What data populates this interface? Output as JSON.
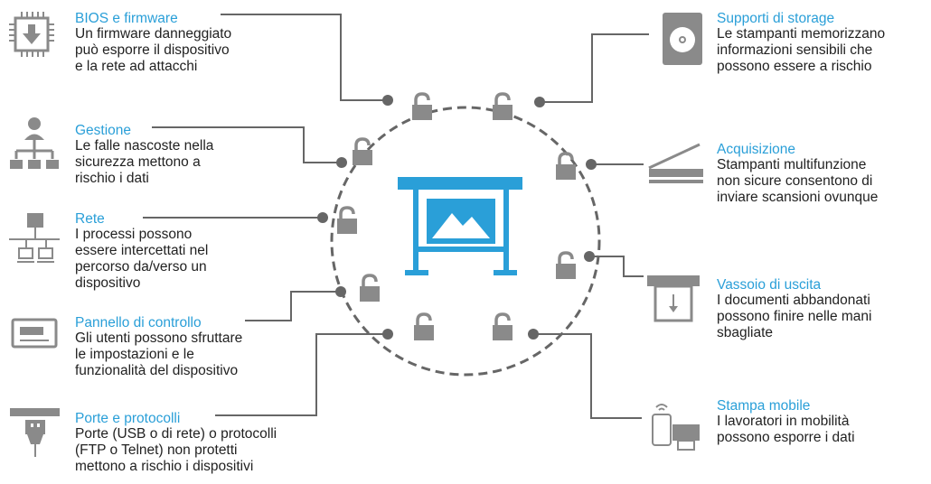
{
  "colors": {
    "accent": "#2a9fd8",
    "icon_gray": "#8a8a8a",
    "line_gray": "#666666",
    "text": "#222222"
  },
  "center": {
    "icon": "large-format-printer-icon"
  },
  "left_items": [
    {
      "key": "bios",
      "icon": "chip-download-icon",
      "title": "BIOS e firmware",
      "desc": [
        "Un firmware danneggiato",
        "può esporre il dispositivo",
        "e la rete ad attacchi"
      ]
    },
    {
      "key": "gestione",
      "icon": "org-chart-icon",
      "title": "Gestione",
      "desc": [
        "Le falle nascoste nella",
        "sicurezza mettono a",
        "rischio i dati"
      ]
    },
    {
      "key": "rete",
      "icon": "network-icon",
      "title": "Rete",
      "desc": [
        "I processi possono",
        "essere intercettati nel",
        "percorso da/verso un",
        "dispositivo"
      ]
    },
    {
      "key": "pannello",
      "icon": "control-panel-icon",
      "title": "Pannello di controllo",
      "desc": [
        "Gli utenti possono sfruttare",
        "le impostazioni e le",
        "funzionalità del dispositivo"
      ]
    },
    {
      "key": "porte",
      "icon": "usb-port-icon",
      "title": "Porte e protocolli",
      "desc": [
        "Porte (USB o di rete) o protocolli",
        "(FTP o Telnet) non protetti",
        "mettono a rischio i dispositivi"
      ]
    }
  ],
  "right_items": [
    {
      "key": "storage",
      "icon": "hard-drive-icon",
      "title": "Supporti di storage",
      "desc": [
        "Le stampanti memorizzano",
        "informazioni sensibili che",
        "possono essere a rischio"
      ]
    },
    {
      "key": "acquisizione",
      "icon": "scanner-icon",
      "title": "Acquisizione",
      "desc": [
        "Stampanti multifunzione",
        "non sicure consentono di",
        "inviare scansioni ovunque"
      ]
    },
    {
      "key": "vassoio",
      "icon": "output-tray-icon",
      "title": "Vassoio di uscita",
      "desc": [
        "I documenti abbandonati",
        "possono finire nelle mani",
        "sbagliate"
      ]
    },
    {
      "key": "mobile",
      "icon": "mobile-print-icon",
      "title": "Stampa mobile",
      "desc": [
        "I lavoratori in mobilità",
        "possono esporre i dati"
      ]
    }
  ]
}
